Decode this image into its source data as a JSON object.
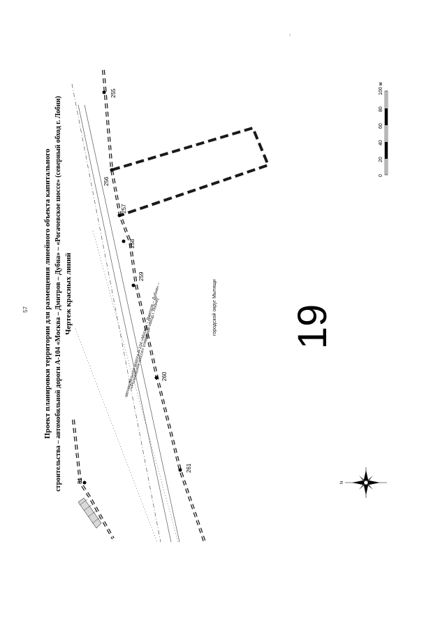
{
  "page_number": "57",
  "title": {
    "line1": "Проект планировки территории для размещения линейного объекта капитального",
    "line2": "строительства – автомобильной дороги А-104 «Москва – Дмитров – Дубна» – «Рогачевское шоссе» (северный обход г. Лобни)",
    "line3": "Чертеж красных линий"
  },
  "sheet_number": "19",
  "district_label": "городской округ Мытищи",
  "road_label": {
    "line1": "автомобильная дорога А-104 «Москва – Дмитров – Дубна» –",
    "line2": "«Рогачевское шоссе» (северный обход г. Лобни)"
  },
  "points": [
    "255",
    "256",
    "257",
    "258",
    "259",
    "260",
    "261",
    "81"
  ],
  "scale_bar": {
    "ticks": [
      "0",
      "20",
      "40",
      "60",
      "80",
      "100 м"
    ]
  },
  "compass": {
    "north_label": "N"
  },
  "colors": {
    "ink": "#111111",
    "red_line_dash": "#222222"
  }
}
